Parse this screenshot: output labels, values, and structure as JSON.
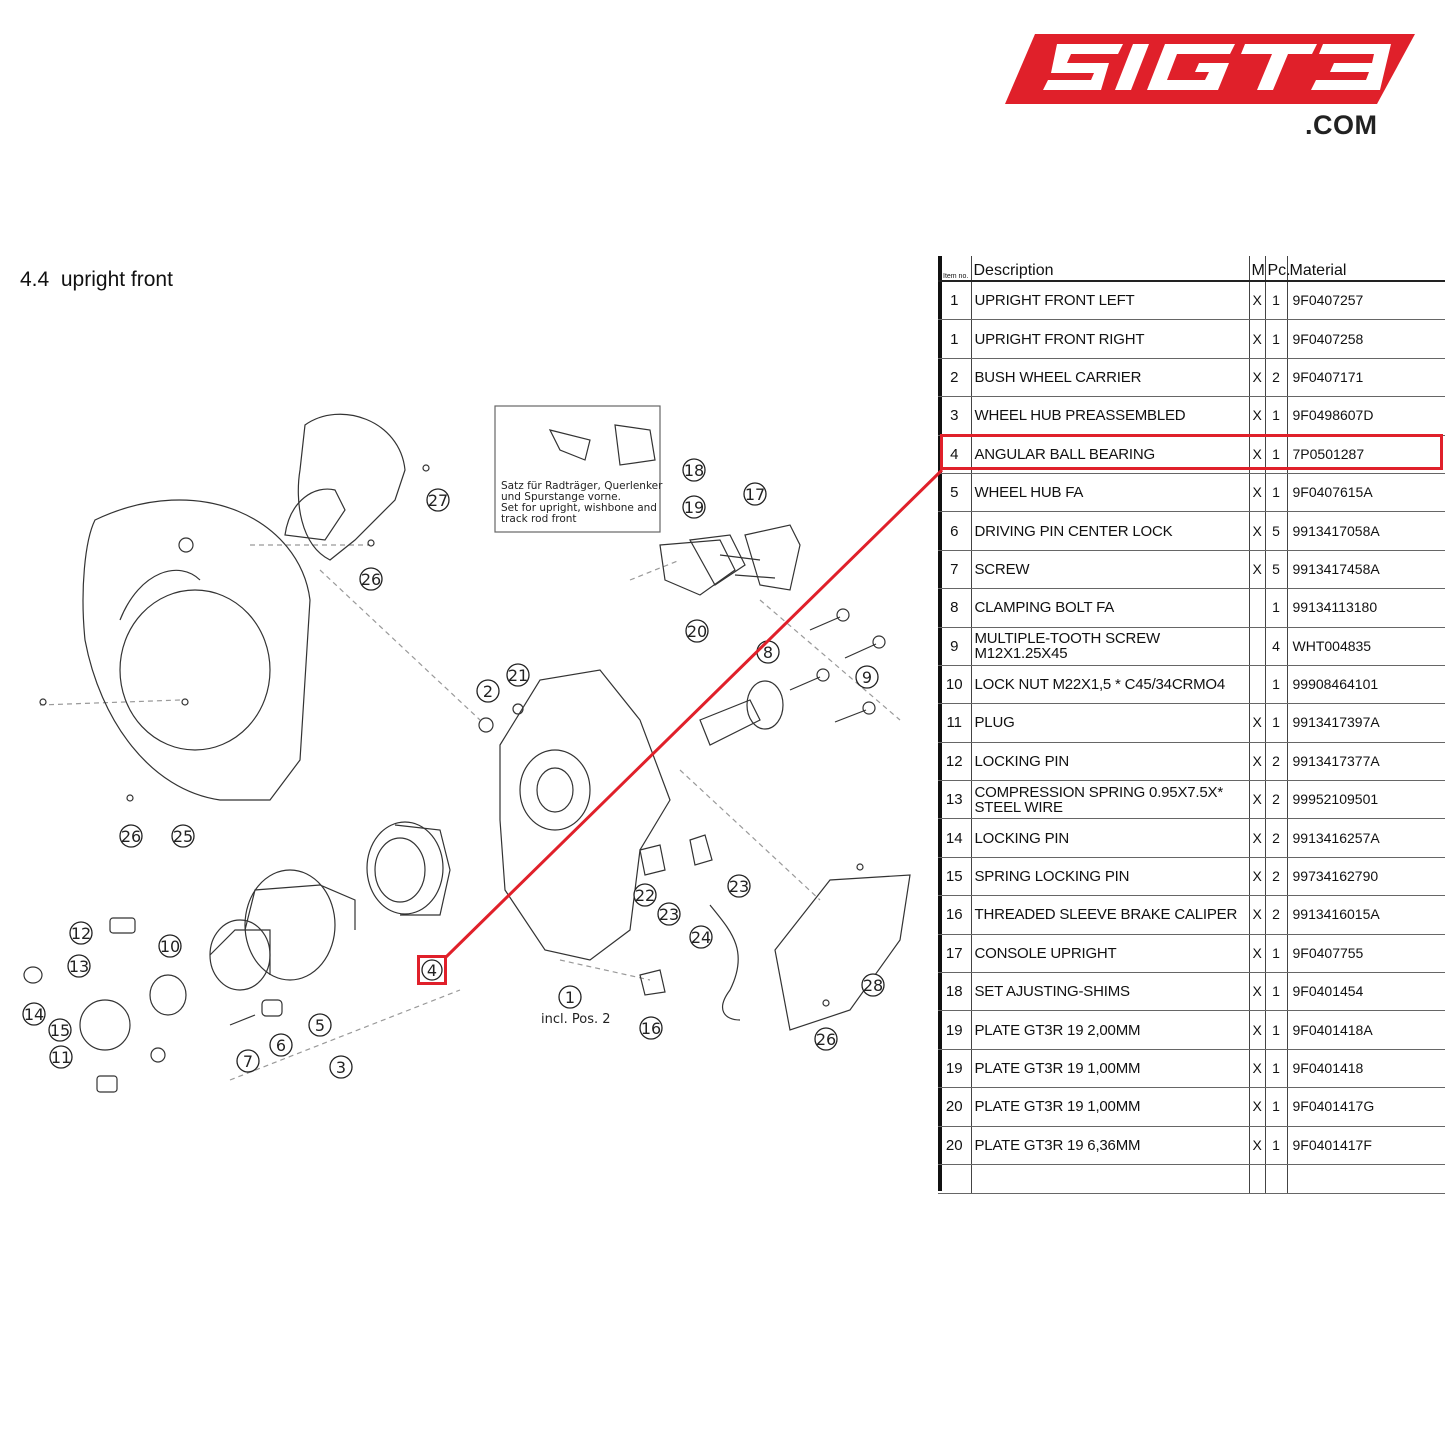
{
  "brand": {
    "logo_text": "5IGT3",
    "domain": ".COM",
    "logo_color": "#e0202a"
  },
  "section": {
    "number": "4.4",
    "title": "upright front"
  },
  "diagram": {
    "note_lines": [
      "Satz für Radträger, Querlenker",
      "und Spurstange vorne.",
      "Set for upright, wishbone and",
      "track rod front"
    ],
    "incl_note": "incl. Pos. 2",
    "highlighted_item": "4",
    "callouts": [
      "27",
      "26",
      "25",
      "26",
      "18",
      "19",
      "17",
      "20",
      "21",
      "2",
      "8",
      "9",
      "10",
      "12",
      "13",
      "14",
      "15",
      "11",
      "7",
      "6",
      "5",
      "3",
      "4",
      "1",
      "22",
      "23",
      "24",
      "23",
      "16",
      "28",
      "26"
    ]
  },
  "table": {
    "headers": {
      "item": "Item no.",
      "description": "Description",
      "m": "M",
      "pc": "Pc.",
      "material": "Material"
    },
    "highlight_color": "#e0202a",
    "rows": [
      {
        "item": "1",
        "description": "UPRIGHT FRONT LEFT",
        "m": "X",
        "pc": "1",
        "material": "9F0407257"
      },
      {
        "item": "1",
        "description": "UPRIGHT FRONT RIGHT",
        "m": "X",
        "pc": "1",
        "material": "9F0407258"
      },
      {
        "item": "2",
        "description": "BUSH WHEEL CARRIER",
        "m": "X",
        "pc": "2",
        "material": "9F0407171"
      },
      {
        "item": "3",
        "description": "WHEEL HUB PREASSEMBLED",
        "m": "X",
        "pc": "1",
        "material": "9F0498607D"
      },
      {
        "item": "4",
        "description": "ANGULAR BALL BEARING",
        "m": "X",
        "pc": "1",
        "material": "7P0501287"
      },
      {
        "item": "5",
        "description": "WHEEL HUB FA",
        "m": "X",
        "pc": "1",
        "material": "9F0407615A"
      },
      {
        "item": "6",
        "description": "DRIVING PIN CENTER LOCK",
        "m": "X",
        "pc": "5",
        "material": "9913417058A"
      },
      {
        "item": "7",
        "description": "SCREW",
        "m": "X",
        "pc": "5",
        "material": "9913417458A"
      },
      {
        "item": "8",
        "description": "CLAMPING BOLT FA",
        "m": "",
        "pc": "1",
        "material": "99134113180"
      },
      {
        "item": "9",
        "description": "MULTIPLE-TOOTH SCREW M12X1.25X45",
        "m": "",
        "pc": "4",
        "material": "WHT004835"
      },
      {
        "item": "10",
        "description": "LOCK NUT M22X1,5 * C45/34CRMO4",
        "m": "",
        "pc": "1",
        "material": "99908464101"
      },
      {
        "item": "11",
        "description": "PLUG",
        "m": "X",
        "pc": "1",
        "material": "9913417397A"
      },
      {
        "item": "12",
        "description": "LOCKING PIN",
        "m": "X",
        "pc": "2",
        "material": "9913417377A"
      },
      {
        "item": "13",
        "description": "COMPRESSION SPRING 0.95X7.5X* STEEL WIRE",
        "m": "X",
        "pc": "2",
        "material": "99952109501"
      },
      {
        "item": "14",
        "description": "LOCKING PIN",
        "m": "X",
        "pc": "2",
        "material": "9913416257A"
      },
      {
        "item": "15",
        "description": "SPRING LOCKING PIN",
        "m": "X",
        "pc": "2",
        "material": "99734162790"
      },
      {
        "item": "16",
        "description": "THREADED SLEEVE BRAKE CALIPER",
        "m": "X",
        "pc": "2",
        "material": "9913416015A"
      },
      {
        "item": "17",
        "description": "CONSOLE UPRIGHT",
        "m": "X",
        "pc": "1",
        "material": "9F0407755"
      },
      {
        "item": "18",
        "description": "SET AJUSTING-SHIMS",
        "m": "X",
        "pc": "1",
        "material": "9F0401454"
      },
      {
        "item": "19",
        "description": "PLATE GT3R 19 2,00MM",
        "m": "X",
        "pc": "1",
        "material": "9F0401418A"
      },
      {
        "item": "19",
        "description": "PLATE GT3R 19 1,00MM",
        "m": "X",
        "pc": "1",
        "material": "9F0401418"
      },
      {
        "item": "20",
        "description": "PLATE GT3R 19 1,00MM",
        "m": "X",
        "pc": "1",
        "material": "9F0401417G"
      },
      {
        "item": "20",
        "description": "PLATE GT3R 19 6,36MM",
        "m": "X",
        "pc": "1",
        "material": "9F0401417F"
      }
    ]
  }
}
